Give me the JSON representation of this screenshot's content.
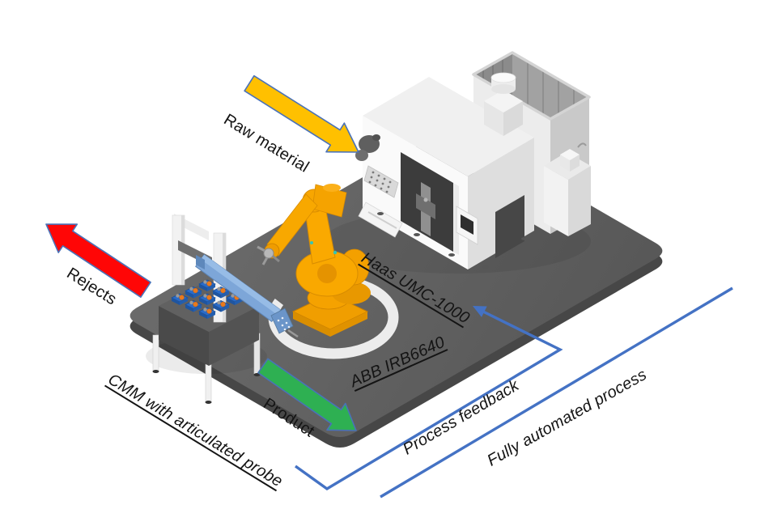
{
  "flows": [
    {
      "label": "Raw material",
      "color": "#FFC000"
    },
    {
      "label": "Rejects",
      "color": "#FF0606"
    },
    {
      "label": "Product",
      "color": "#2EB052"
    }
  ],
  "equipment": {
    "cnc_label": "Haas UMC-1000",
    "robot_label": "ABB IRB6640",
    "cmm_label": "CMM with articulated probe"
  },
  "annotations": {
    "feedback_label": "Process feedback",
    "scope_label": "Fully automated process",
    "line_color": "#4472C4"
  },
  "palette": {
    "floor": "#656565",
    "floor_side": "#474747",
    "machine_white": "#f4f4f4",
    "robot_orange": "#F5A300",
    "cmm_arm_blue": "#7DA6D8",
    "fixture_blue": "#2A6BC8",
    "part_orange": "#E87A1E",
    "ring_white": "#ECECEC"
  }
}
